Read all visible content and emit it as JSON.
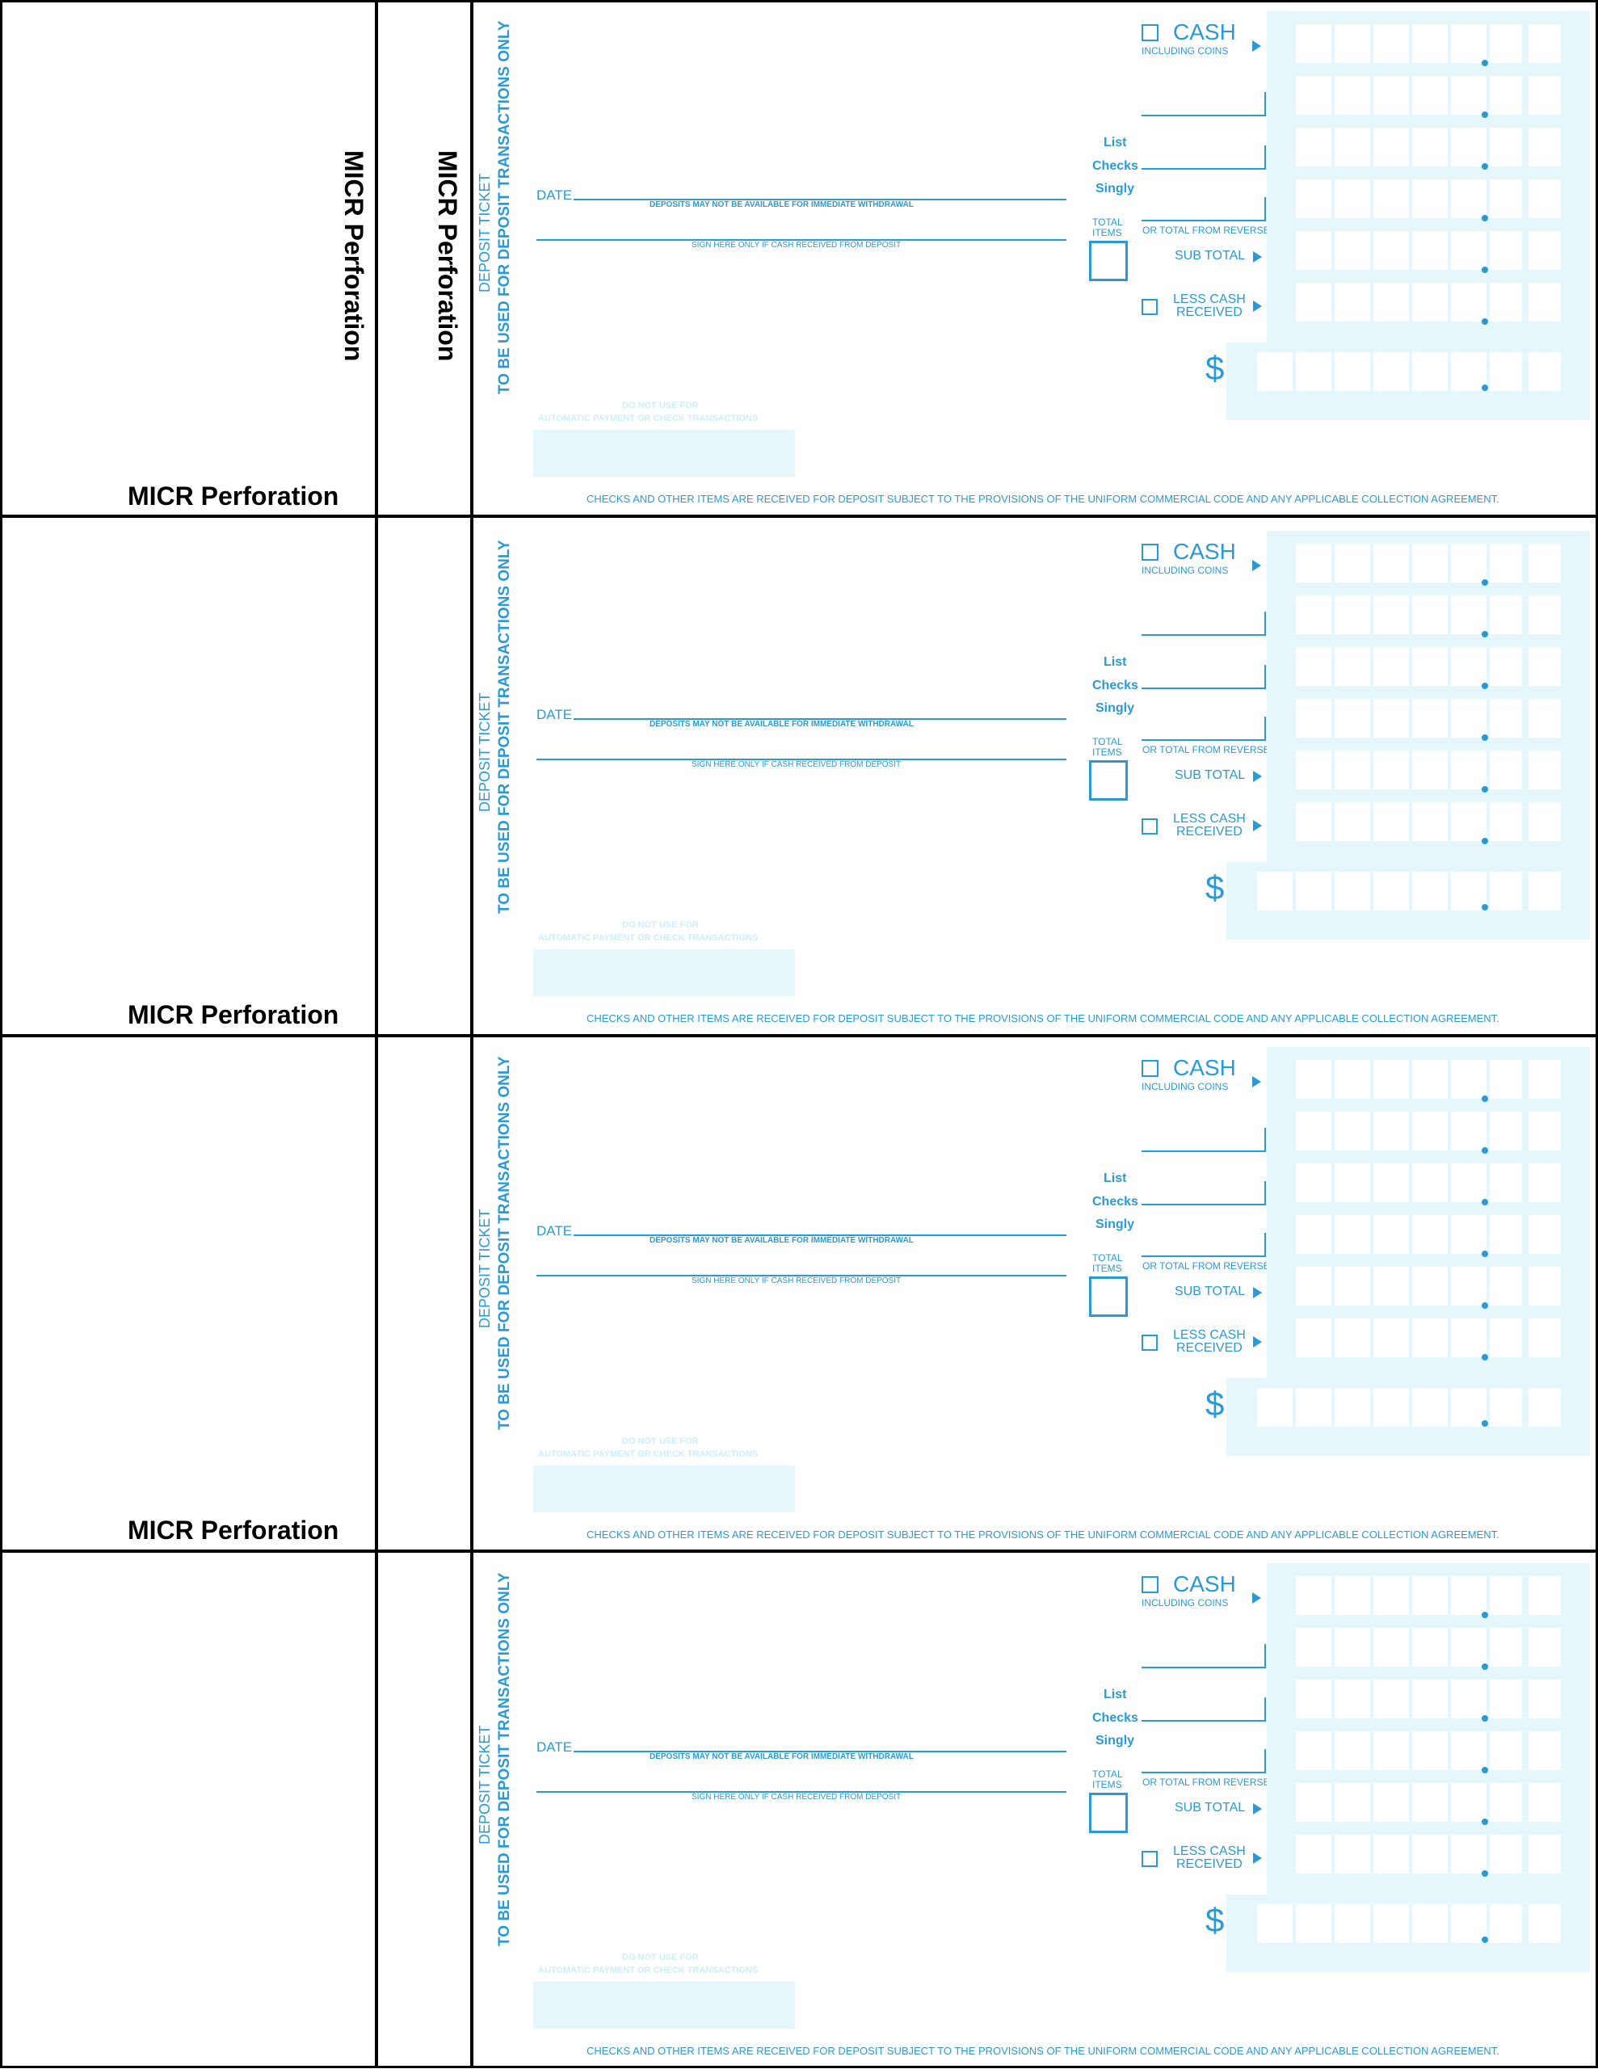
{
  "micr_label": "MICR Perforation",
  "ticket": {
    "vertical_title_1": "DEPOSIT TICKET",
    "vertical_title_2": "TO BE USED FOR DEPOSIT TRANSACTIONS ONLY",
    "date_label": "DATE",
    "availability_notice": "DEPOSITS MAY NOT BE AVAILABLE FOR IMMEDIATE WITHDRAWAL",
    "sign_here": "SIGN HERE ONLY IF CASH RECEIVED FROM DEPOSIT",
    "do_not_use_1": "DO NOT USE FOR",
    "do_not_use_2": "AUTOMATIC PAYMENT OR CHECK TRANSACTIONS",
    "cash_label": "CASH",
    "including_coins": "INCLUDING COINS",
    "list_label": "List",
    "checks_label": "Checks",
    "singly_label": "Singly",
    "total_items_1": "TOTAL",
    "total_items_2": "ITEMS",
    "or_total_reverse": "OR TOTAL FROM REVERSE",
    "sub_total": "SUB TOTAL",
    "less_cash_1": "LESS CASH",
    "less_cash_2": "RECEIVED",
    "dollar_sign": "$",
    "footer": "CHECKS AND OTHER ITEMS ARE RECEIVED FOR DEPOSIT SUBJECT TO THE PROVISIONS OF THE UNIFORM COMMERCIAL CODE AND ANY APPLICABLE COLLECTION AGREEMENT."
  },
  "colors": {
    "ink": "#2a9ad6",
    "tint": "#e6f7fc",
    "border": "#000000"
  }
}
